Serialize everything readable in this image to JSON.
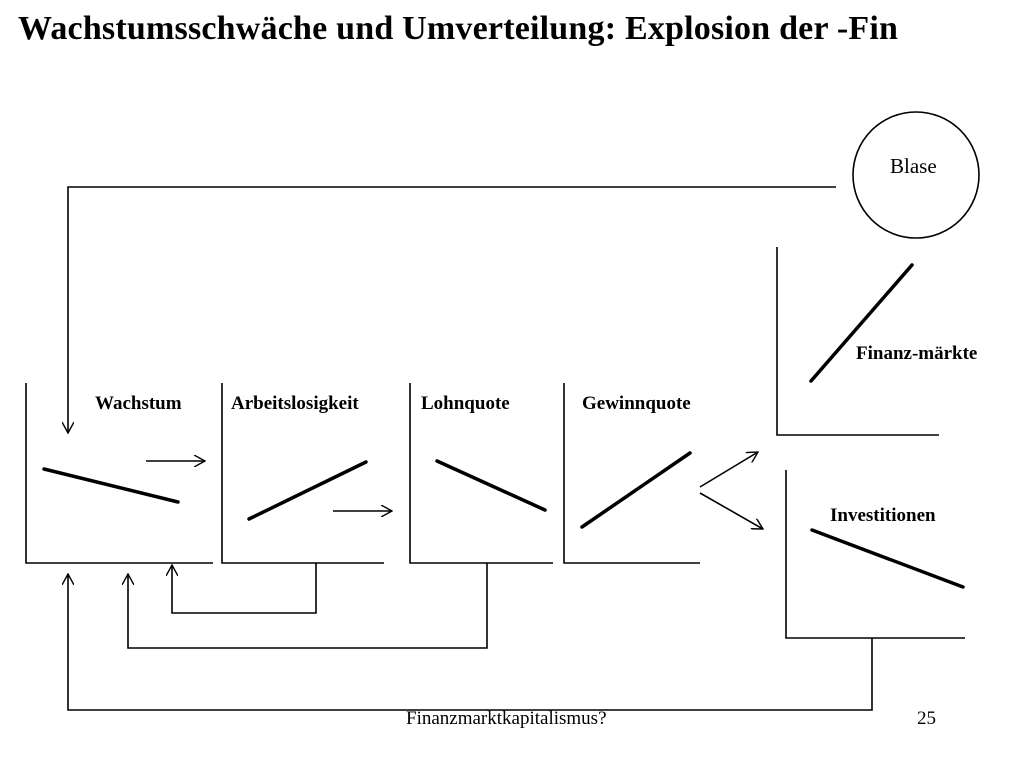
{
  "title": "Wachstumsschwäche und Umverteilung: Explosion der -Fin",
  "bubble": {
    "label": "Blase"
  },
  "panels": {
    "wachstum": {
      "label": "Wachstum",
      "trend": "falling"
    },
    "arbeitslosigkeit": {
      "label": "Arbeitslosigkeit",
      "trend": "rising"
    },
    "lohnquote": {
      "label": "Lohnquote",
      "trend": "falling"
    },
    "gewinnquote": {
      "label": "Gewinnquote",
      "trend": "rising"
    },
    "finanzmaerkte": {
      "label": "Finanz-märkte",
      "trend": "rising"
    },
    "investitionen": {
      "label": "Investitionen",
      "trend": "falling"
    }
  },
  "footer": {
    "text": "Finanzmarktkapitalismus?",
    "page": "25"
  }
}
